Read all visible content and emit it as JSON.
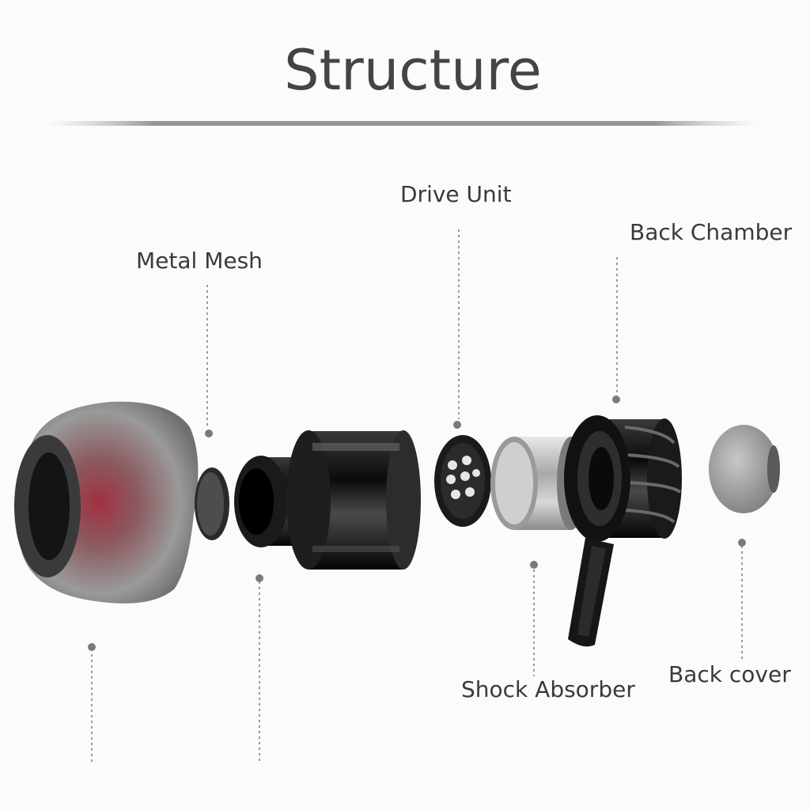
{
  "title": "Structure",
  "labels": {
    "metal_mesh": "Metal Mesh",
    "drive_unit": "Drive Unit",
    "back_chamber": "Back Chamber",
    "shock_absorber": "Shock Absorber",
    "back_cover": "Back cover"
  },
  "colors": {
    "background": "#fbfbfb",
    "text": "#3a3a3a",
    "leader_line": "#9a9a9a",
    "ear_tip": "#8c8c8c",
    "ear_tip_accent": "#a0303a",
    "metal_black": "#111111",
    "silver": "#bdbdbd"
  },
  "parts": [
    {
      "name": "ear-tip",
      "icon": "ear-tip-icon"
    },
    {
      "name": "metal-mesh",
      "icon": "mesh-disc-icon"
    },
    {
      "name": "front-shell",
      "icon": "front-shell-icon"
    },
    {
      "name": "drive-unit",
      "icon": "driver-icon"
    },
    {
      "name": "shock-absorber",
      "icon": "absorber-ring-icon"
    },
    {
      "name": "back-chamber",
      "icon": "back-chamber-icon"
    },
    {
      "name": "back-cover",
      "icon": "back-cover-disc-icon"
    }
  ]
}
